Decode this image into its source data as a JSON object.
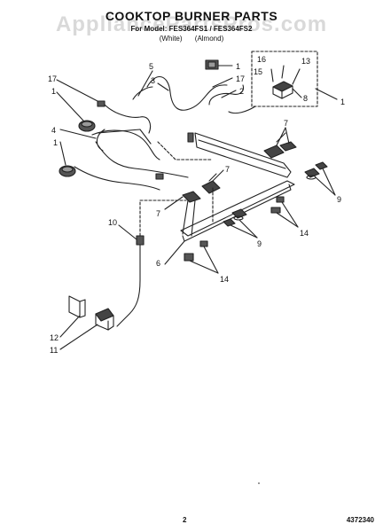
{
  "header": {
    "title": "COOKTOP BURNER PARTS",
    "subtitle": "For Model: FES364FS1 / FES364FS2",
    "colors": [
      "(White)",
      "(Almond)"
    ]
  },
  "watermark": "AppliancePartsPros.com",
  "footer": {
    "page": "2",
    "code": "4372340"
  },
  "callouts": [
    "1",
    "1",
    "1",
    "2",
    "3",
    "4",
    "5",
    "6",
    "7",
    "7",
    "7",
    "7",
    "8",
    "9",
    "9",
    "10",
    "11",
    "12",
    "13",
    "14",
    "14",
    "15",
    "16",
    "17",
    "17"
  ]
}
